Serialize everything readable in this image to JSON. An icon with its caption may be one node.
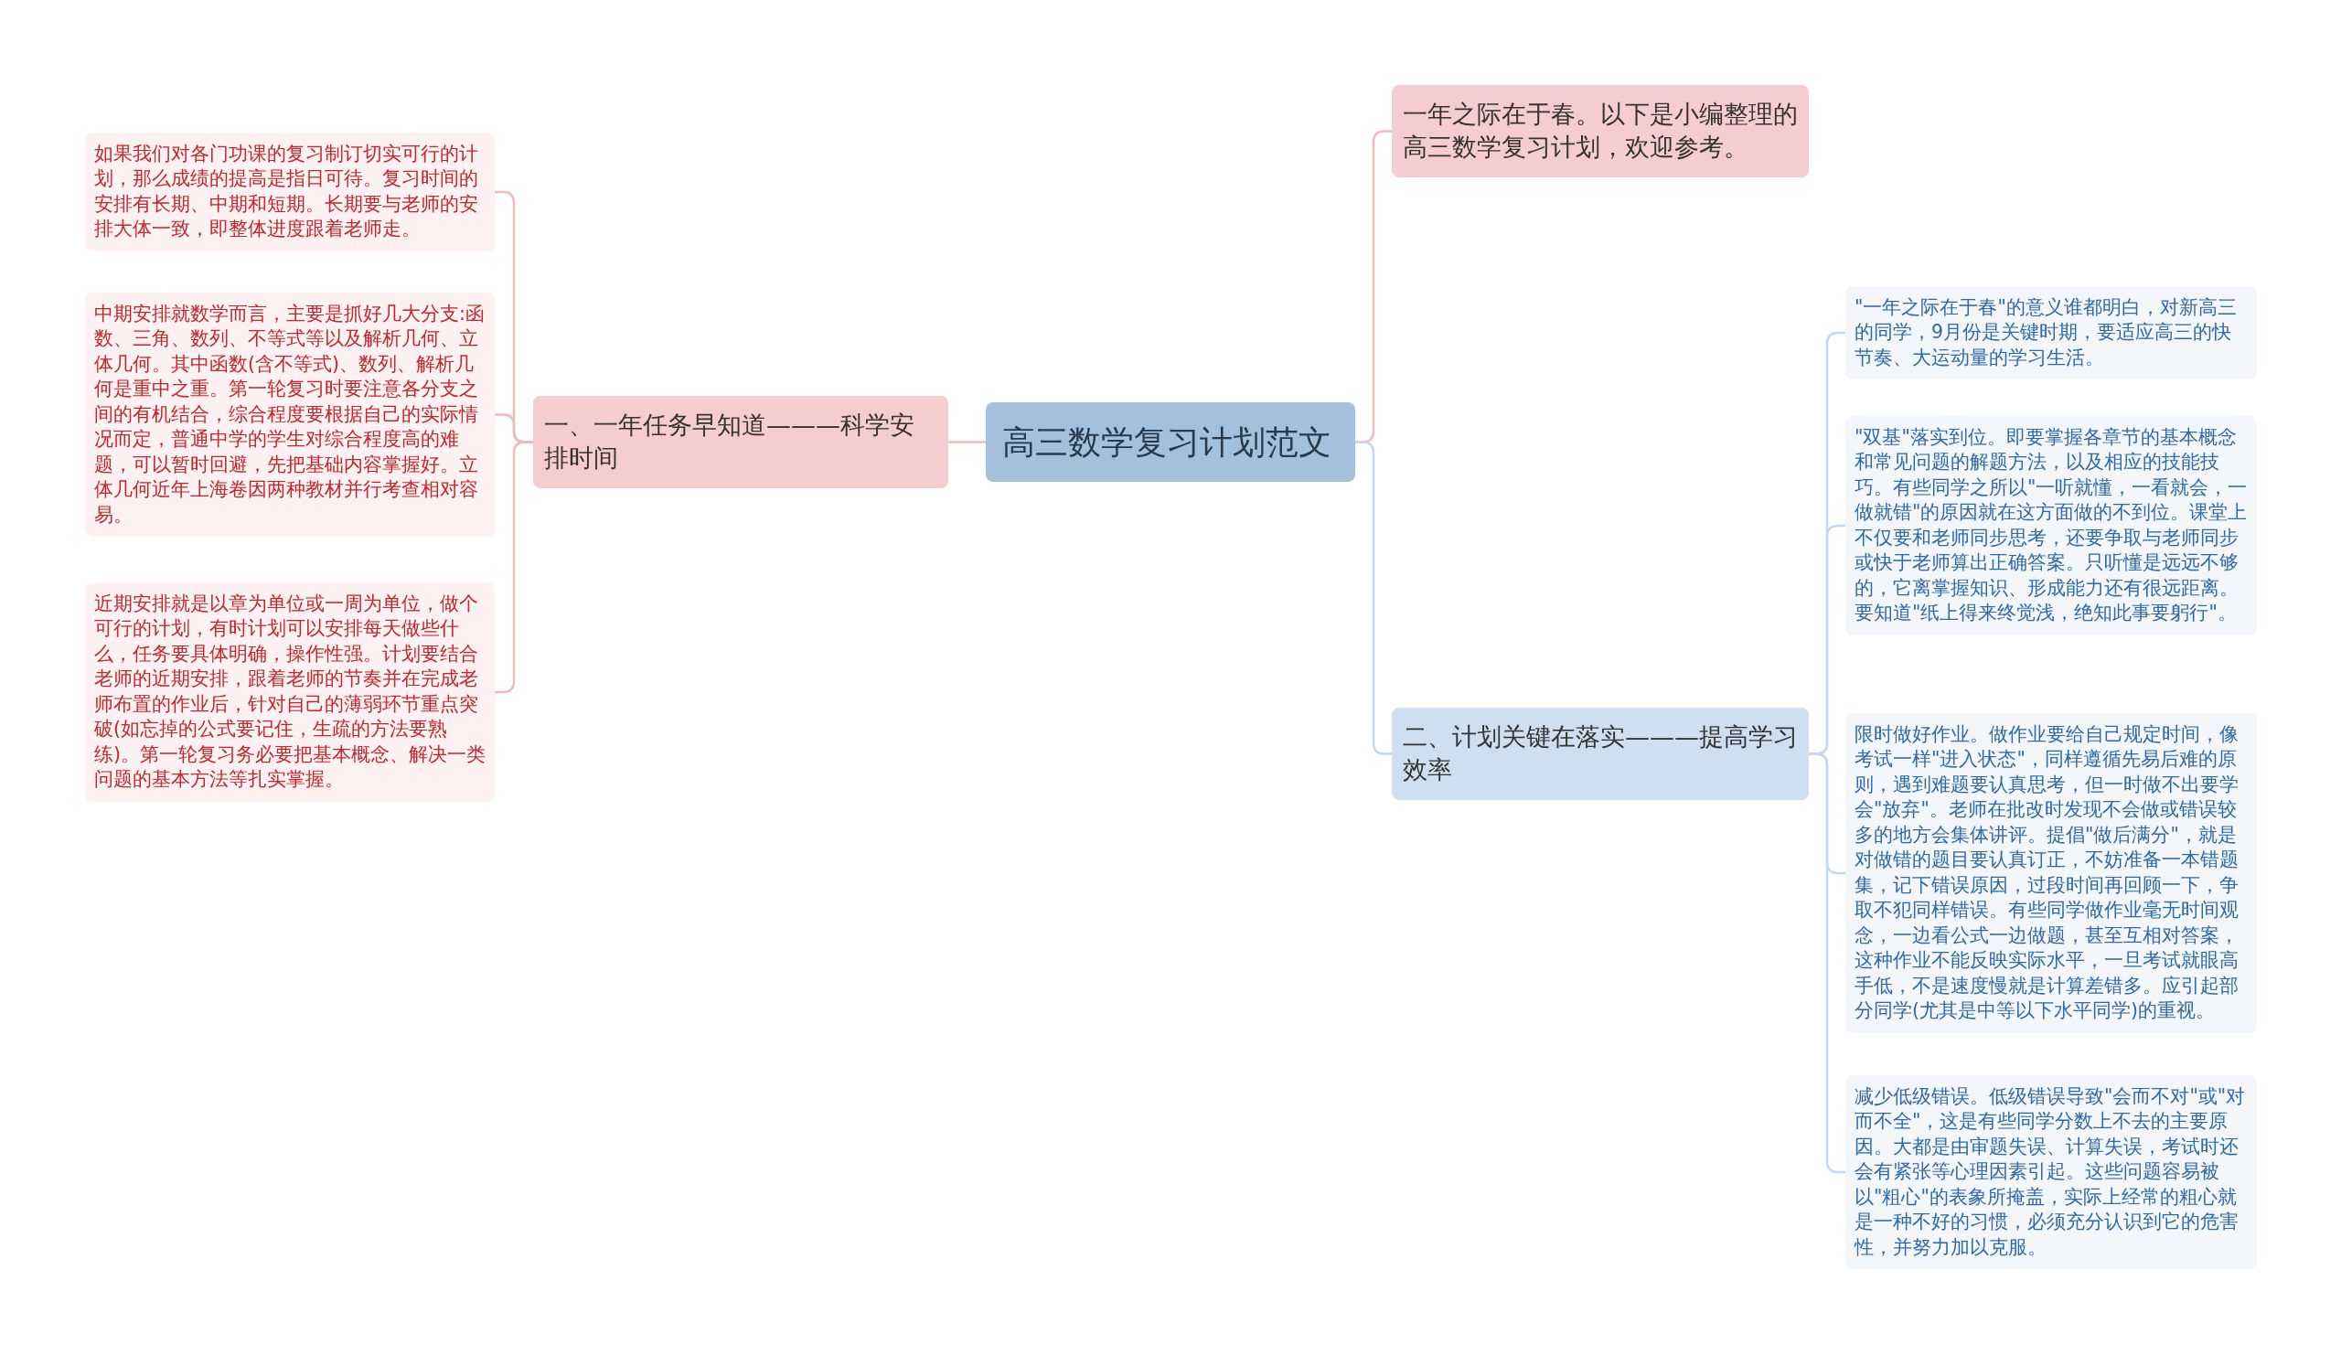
{
  "diagram": {
    "nodes": [
      {
        "text": [
          "高三数学复习计划范文"
        ]
      },
      {
        "text": [
          "一、一年任务早知道———科学安排时间"
        ]
      },
      {
        "text": [
          "如果我们对各门功课的复习制订切实可行的计划，那么成绩的提高是指日可待。复习时间的安排有长期、中期和短期。长期要与老师的安排大体一致，即整体进度跟着老师走。"
        ]
      },
      {
        "text": [
          "中期安排就数学而言，主要是抓好几大分支:函数、三角、数列、不等式等以及解析几何、立体几何。其中函数(含不等式)、数列、解析几何是重中之重。第一轮复习时要注意各分支之间的有机结合，综合程度要根据自己的实际情况而定，普通中学的学生对综合程度高的难题，可以暂时回避，先把基础内容掌握好。立体几何近年上海卷因两种教材并行考查相对容易。"
        ]
      },
      {
        "text": [
          "近期安排就是以章为单位或一周为单位，做个可行的计划，有时计划可以安排每天做些什么，任务要具体明确，操作性强。计划要结合老师的近期安排，跟着老师的节奏并在完成老师布置的作业后，针对自己的薄弱环节重点突破(如忘掉的公式要记住，生疏的方法要熟练)。第一轮复习务必要把基本概念、解决一类问题的基本方法等扎实掌握。"
        ]
      },
      {
        "text": [
          "一年之际在于春。以下是小编整理的高三数学复习计划，欢迎参考。"
        ]
      },
      {
        "text": [
          "二、计划关键在落实———提高学习效率"
        ]
      },
      {
        "text": [
          "\"一年之际在于春\"的意义谁都明白，对新高三的同学，9月份是关键时期，要适应高三的快节奏、大运动量的学习生活。"
        ]
      },
      {
        "text": [
          "\"双基\"落实到位。即要掌握各章节的基本概念和常见问题的解题方法，以及相应的技能技巧。有些同学之所以\"一听就懂，一看就会，一做就错\"的原因就在这方面做的不到位。课堂上不仅要和老师同步思考，还要争取与老师同步或快于老师算出正确答案。只听懂是远远不够的，它离掌握知识、形成能力还有很远距离。要知道\"纸上得来终觉浅，绝知此事要躬行\"。"
        ]
      },
      {
        "text": [
          "限时做好作业。做作业要给自己规定时间，像考试一样\"进入状态\"，同样遵循先易后难的原则，遇到难题要认真思考，但一时做不出要学会\"放弃\"。老师在批改时发现不会做或错误较多的地方会集体讲评。提倡\"做后满分\"，就是对做错的题目要认真订正，不妨准备一本错题集，记下错误原因，过段时间再回顾一下，争取不犯同样错误。有些同学做作业毫无时间观念，一边看公式一边做题，甚至互相对答案，这种作业不能反映实际水平，一旦考试就眼高手低，不是速度慢就是计算差错多。应引起部分同学(尤其是中等以下水平同学)的重视。"
        ]
      },
      {
        "text": [
          "减少低级错误。低级错误导致\"会而不对\"或\"对而不全\"，这是有些同学分数上不去的主要原因。大都是由审题失误、计算失误，考试时还会有紧张等心理因素引起。这些问题容易被以\"粗心\"的表象所掩盖，实际上经常的粗心就是一种不好的习惯，必须充分认识到它的危害性，并努力加以克服。"
        ]
      }
    ],
    "edges": [
      {
        "from": 0,
        "to": 1,
        "arrow": "none"
      },
      {
        "from": 0,
        "to": 5,
        "arrow": "none"
      },
      {
        "from": 0,
        "to": 6,
        "arrow": "none",
        "color": "#c5d8ec"
      },
      {
        "from": 1,
        "to": 2,
        "arrow": "none"
      },
      {
        "from": 1,
        "to": 3,
        "arrow": "none"
      },
      {
        "from": 1,
        "to": 4,
        "arrow": "none"
      },
      {
        "from": 6,
        "to": 7,
        "arrow": "none",
        "color": "#c5d8ec"
      },
      {
        "from": 6,
        "to": 8,
        "arrow": "none",
        "color": "#c5d8ec"
      },
      {
        "from": 6,
        "to": 9,
        "arrow": "none",
        "color": "#c5d8ec"
      },
      {
        "from": 6,
        "to": 10,
        "arrow": "none",
        "color": "#c5d8ec"
      }
    ]
  }
}
